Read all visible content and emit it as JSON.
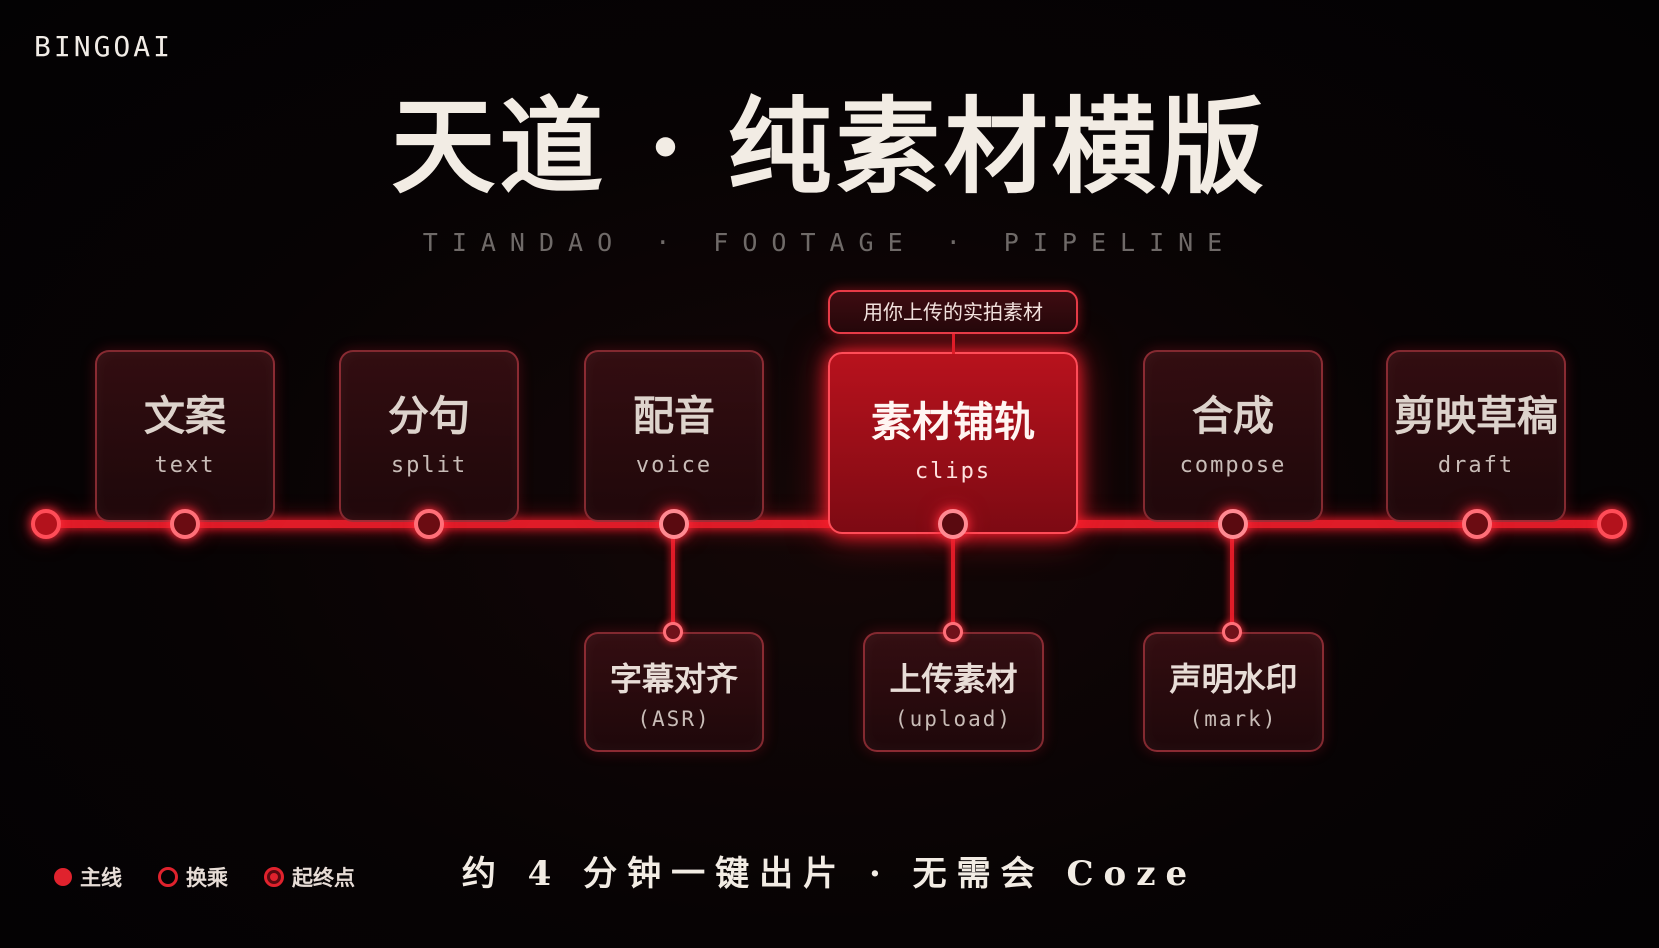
{
  "brand": "BINGOAI",
  "title": "天道 · 纯素材横版",
  "subtitle": "TIANDAO · FOOTAGE · PIPELINE",
  "callout": "用你上传的实拍素材",
  "stages": [
    {
      "zh": "文案",
      "en": "text"
    },
    {
      "zh": "分句",
      "en": "split"
    },
    {
      "zh": "配音",
      "en": "voice"
    },
    {
      "zh": "素材铺轨",
      "en": "clips"
    },
    {
      "zh": "合成",
      "en": "compose"
    },
    {
      "zh": "剪映草稿",
      "en": "draft"
    }
  ],
  "branches": [
    {
      "zh": "字幕对齐",
      "en": "(ASR)"
    },
    {
      "zh": "上传素材",
      "en": "(upload)"
    },
    {
      "zh": "声明水印",
      "en": "(mark)"
    }
  ],
  "legend": {
    "main": "主线",
    "transfer": "换乘",
    "terminal": "起终点"
  },
  "footer": "约 4 分钟一键出片 · 无需会 Coze",
  "colors": {
    "accent": "#e01c28",
    "background": "#070304",
    "text": "#f2ece4"
  }
}
